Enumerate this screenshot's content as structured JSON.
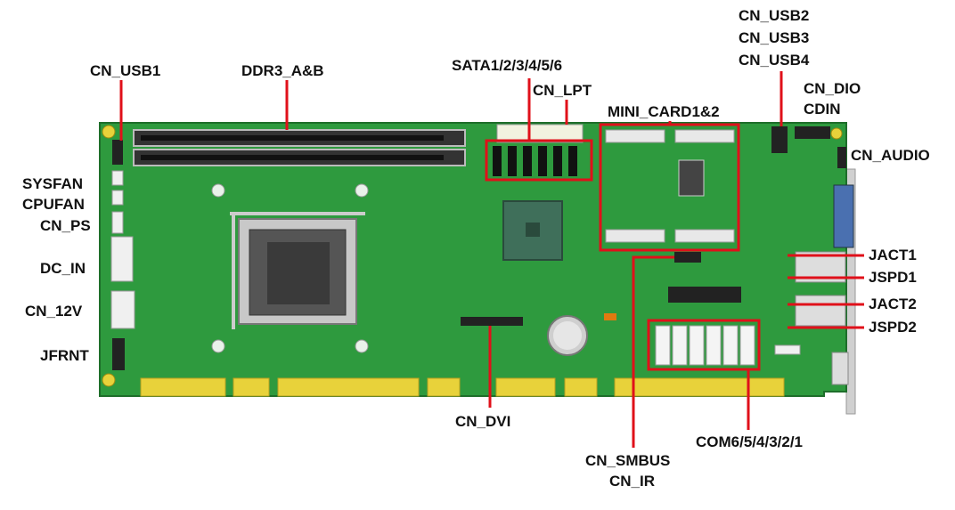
{
  "labels": {
    "cn_usb1": "CN_USB1",
    "ddr3": "DDR3_A&B",
    "sata": "SATA1/2/3/4/5/6",
    "cn_lpt": "CN_LPT",
    "mini_card": "MINI_CARD1&2",
    "cn_usb2": "CN_USB2",
    "cn_usb3": "CN_USB3",
    "cn_usb4": "CN_USB4",
    "cn_dio": "CN_DIO",
    "cdin": "CDIN",
    "cn_audio": "CN_AUDIO",
    "sysfan": "SYSFAN",
    "cpufan": "CPUFAN",
    "cn_ps": "CN_PS",
    "dc_in": "DC_IN",
    "cn_12v": "CN_12V",
    "jfrnt": "JFRNT",
    "jact1": "JACT1",
    "jspd1": "JSPD1",
    "jact2": "JACT2",
    "jspd2": "JSPD2",
    "cn_dvi": "CN_DVI",
    "cn_smbus": "CN_SMBUS",
    "cn_ir": "CN_IR",
    "com": "COM6/5/4/3/2/1"
  },
  "colors": {
    "board": "#2e9a3e",
    "callout": "#e0101a",
    "gold": "#e8d23a",
    "label": "#111111"
  }
}
